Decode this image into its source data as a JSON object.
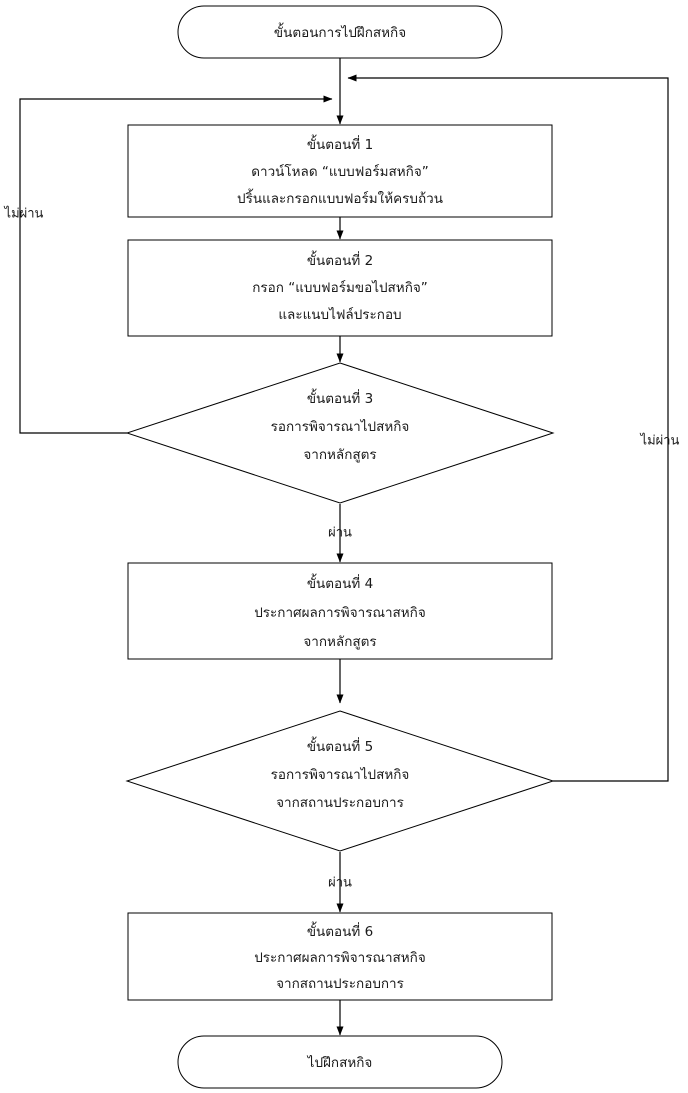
{
  "diagram": {
    "title": "ขั้นตอนการไปฝึกสหกิจ",
    "type": "flowchart",
    "orientation": "top-to-bottom",
    "nodes": [
      {
        "id": "start",
        "shape": "terminator",
        "lines": [
          "ขั้นตอนการไปฝึกสหกิจ"
        ]
      },
      {
        "id": "step1",
        "shape": "process",
        "lines": [
          "ขั้นตอนที่ 1",
          "ดาวน์โหลด “แบบฟอร์มสหกิจ”",
          "ปริ้นและกรอกแบบฟอร์มให้ครบถ้วน"
        ]
      },
      {
        "id": "step2",
        "shape": "process",
        "lines": [
          "ขั้นตอนที่ 2",
          "กรอก “แบบฟอร์มขอไปสหกิจ”",
          "และแนบไฟล์ประกอบ"
        ]
      },
      {
        "id": "step3",
        "shape": "decision",
        "lines": [
          "ขั้นตอนที่ 3",
          "รอการพิจารณาไปสหกิจ",
          "จากหลักสูตร"
        ]
      },
      {
        "id": "step4",
        "shape": "process",
        "lines": [
          "ขั้นตอนที่ 4",
          "ประกาศผลการพิจารณาสหกิจ",
          "จากหลักสูตร"
        ]
      },
      {
        "id": "step5",
        "shape": "decision",
        "lines": [
          "ขั้นตอนที่ 5",
          "รอการพิจารณาไปสหกิจ",
          "จากสถานประกอบการ"
        ]
      },
      {
        "id": "step6",
        "shape": "process",
        "lines": [
          "ขั้นตอนที่ 6",
          "ประกาศผลการพิจารณาสหกิจ",
          "จากสถานประกอบการ"
        ]
      },
      {
        "id": "end",
        "shape": "terminator",
        "lines": [
          "ไปฝึกสหกิจ"
        ]
      }
    ],
    "edge_labels": {
      "step3_fail": "ไม่ผ่าน",
      "step3_pass": "ผ่าน",
      "step5_fail": "ไม่ผ่าน",
      "step5_pass": "ผ่าน"
    },
    "colors": {
      "stroke": "#000000",
      "fill": "#ffffff",
      "text": "#1a1a1a"
    }
  }
}
